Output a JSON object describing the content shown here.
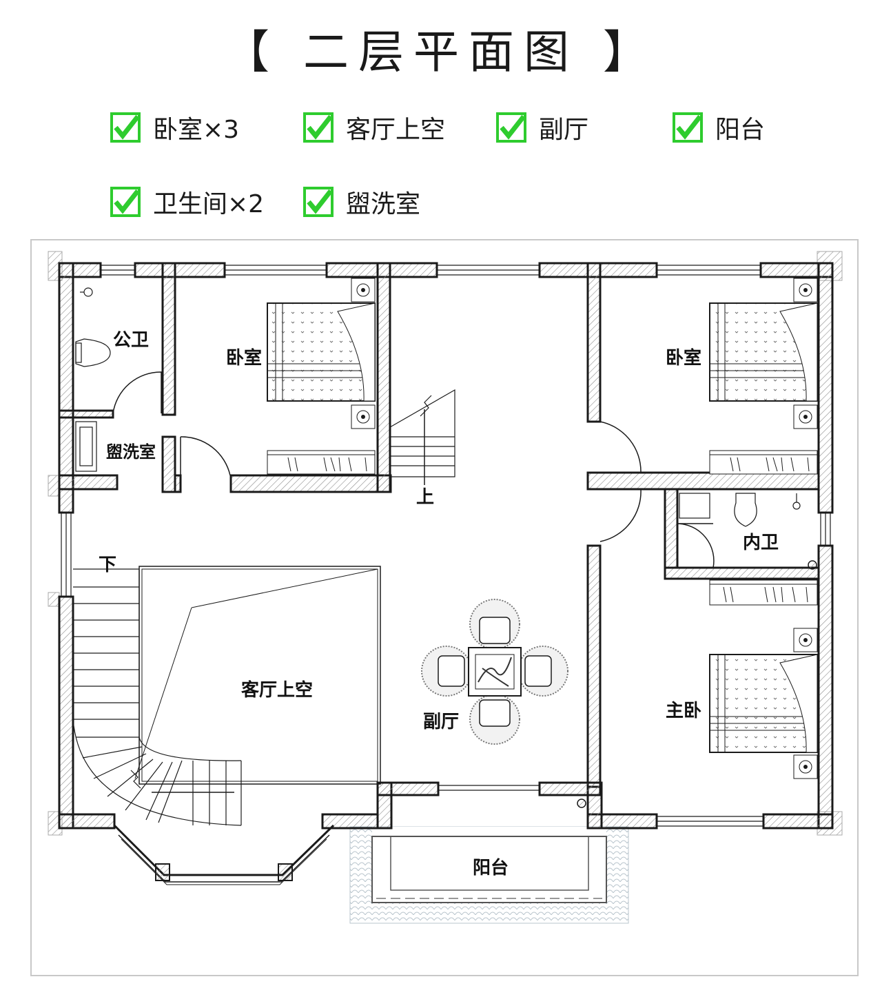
{
  "title": "【 二层平面图 】",
  "features": [
    {
      "label": "卧室×3"
    },
    {
      "label": "客厅上空"
    },
    {
      "label": "副厅"
    },
    {
      "label": "阳台"
    },
    {
      "label": "卫生间×2"
    },
    {
      "label": "盥洗室"
    }
  ],
  "rooms": {
    "public_bath": "公卫",
    "washroom": "盥洗室",
    "bedroom_left": "卧室",
    "bedroom_right": "卧室",
    "inner_bath": "内卫",
    "master_bedroom": "主卧",
    "living_void": "客厅上空",
    "family_hall": "副厅",
    "balcony": "阳台",
    "stair_up": "上",
    "stair_down": "下"
  },
  "colors": {
    "check_green": "#2ecc2e",
    "wall": "#1a1a1a",
    "hatch": "#9a9a9a",
    "border": "#c8c8c8"
  }
}
